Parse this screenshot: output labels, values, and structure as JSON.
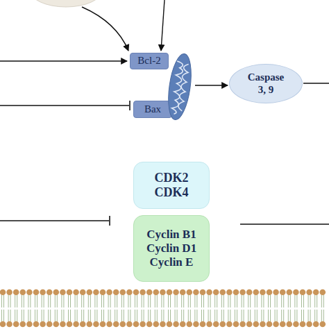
{
  "diagram": {
    "nodes": [
      {
        "text": [
          "Bcl-2"
        ]
      },
      {
        "text": [
          "Bax"
        ]
      },
      {
        "text": [
          "Caspase 3, 9"
        ]
      },
      {
        "text": [
          "CDK2 CDK4"
        ]
      },
      {
        "text": [
          "Cyclin B1 Cyclin D1 Cyclin E"
        ]
      }
    ]
  }
}
